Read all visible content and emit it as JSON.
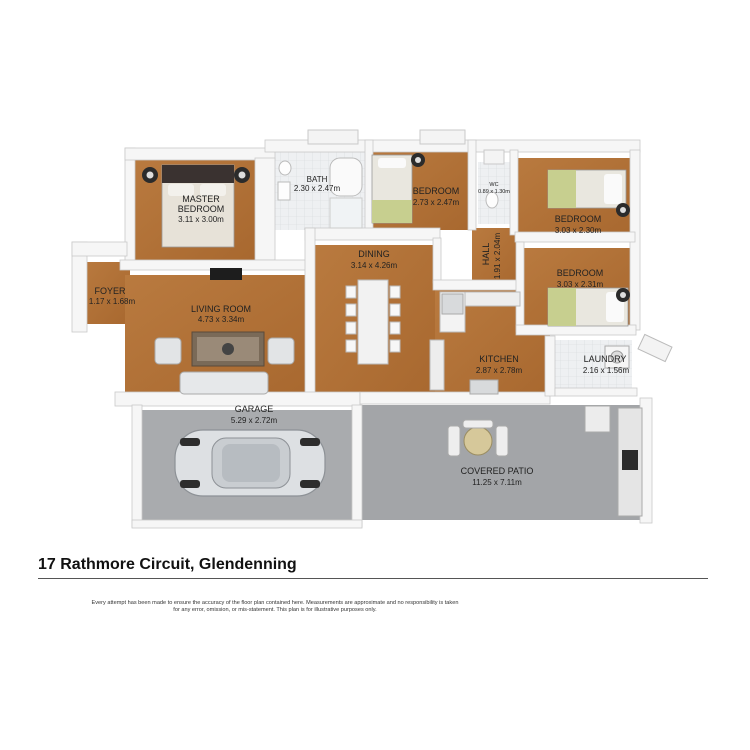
{
  "address": "17 Rathmore Circuit, Glendenning",
  "disclaimer": "Every attempt has been made to ensure the accuracy of the floor plan contained here. Measurements are approximate and no responsibility is taken for any error, omission, or mis-statement. This plan is for illustrative purposes only.",
  "rooms": {
    "master_bedroom": {
      "name_line1": "MASTER",
      "name_line2": "BEDROOM",
      "dims": "3.11 x 3.00m"
    },
    "bath": {
      "name": "BATH",
      "dims": "2.30 x 2.47m"
    },
    "bedroom_2": {
      "name": "BEDROOM",
      "dims": "2.73 x 2.47m"
    },
    "wc": {
      "name": "WC",
      "dims": "0.89 x 1.30m"
    },
    "bedroom_3": {
      "name": "BEDROOM",
      "dims": "3.03 x 2.30m"
    },
    "hall": {
      "name": "HALL",
      "dims": "1.91 x 2.04m"
    },
    "bedroom_4": {
      "name": "BEDROOM",
      "dims": "3.03 x 2.31m"
    },
    "foyer": {
      "name": "FOYER",
      "dims": "1.17 x 1.68m"
    },
    "living_room": {
      "name": "LIVING ROOM",
      "dims": "4.73 x 3.34m"
    },
    "dining": {
      "name": "DINING",
      "dims": "3.14 x 4.26m"
    },
    "kitchen": {
      "name": "KITCHEN",
      "dims": "2.87 x 2.78m"
    },
    "laundry": {
      "name": "LAUNDRY",
      "dims": "2.16 x 1.56m"
    },
    "garage": {
      "name": "GARAGE",
      "dims": "5.29 x 2.72m"
    },
    "covered_patio": {
      "name": "COVERED PATIO",
      "dims": "11.25 x 7.11m"
    }
  }
}
